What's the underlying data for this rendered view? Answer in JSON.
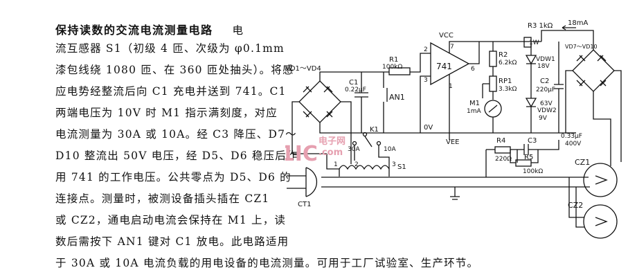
{
  "article": {
    "title": "保持读数的交流电流测量电路",
    "lines": [
      "电",
      "流互感器 S1（初级 4 匝、次级为 φ0.1mm",
      "漆包线绕 1080 匝、在 360 匝处抽头）。将感",
      "应电势经整流后向 C1 充电并送到 741。C1",
      "两端电压为 10V 时 M1 指示满刻度，对应",
      "电流测量为 30A 或 10A。经 C3 降压、D7～",
      "D10 整流出 50V 电压，经 D5、D6 稳压后作",
      "用 741 的工作电压。公共零点为 D5、D6 的",
      "连接点。测量时，被测设备插头插在 CZ1",
      "或 CZ2，通电启动电流会保持在 M1 上，读",
      "数后需按下 AN1 键对 C1 放电。此电路适用",
      "于 30A 或 10A 电流负载的用电设备的电流测量。可用于工厂试验室、生产环节。"
    ]
  },
  "schematic": {
    "labels": {
      "vd1_vd4": "VD1～VD4",
      "c1": "C1",
      "c1_val": "0.22μF",
      "r1": "R1",
      "r1_val": "100kΩ",
      "an1": "AN1",
      "vcc": "VCC",
      "pin2": "2",
      "pin3": "3",
      "pin7": "7",
      "pin6": "6",
      "pin1": "1",
      "opamp": "741",
      "r2": "R2",
      "r2_val": "6.2kΩ",
      "rp1": "RP1",
      "rp1_val": "3.3kΩ",
      "m1": "M1",
      "m1_val": "1mA",
      "zero_v": "0V",
      "vee": "VEE",
      "r3": "R3 1kΩ",
      "r3_w": "1W",
      "current": "18mA",
      "vdw1": "VDW1",
      "vdw1_v": "18V",
      "c2": "C2",
      "c2_val": "220μF",
      "c2_v": "63V",
      "vdw2": "VDW2",
      "vdw2_v": "9V",
      "vd7_vd10": "VD7～VD10",
      "k1": "K1",
      "k1_30a": "30A",
      "k1_10a": "10A",
      "r4": "R4",
      "r4_val": "220Ω",
      "c3": "C3",
      "c3_val": "0.33μF",
      "c3_v": "400V",
      "r5": "R5",
      "r5_val": "100kΩ",
      "s1": "S1",
      "tap1": "1",
      "tap2": "2",
      "tap3": "3",
      "ct1": "CT1",
      "cz1": "CZ1",
      "cz2": "CZ2"
    },
    "watermark": {
      "brand": "21IC",
      "cn": "电子网",
      "url": ".com"
    }
  }
}
